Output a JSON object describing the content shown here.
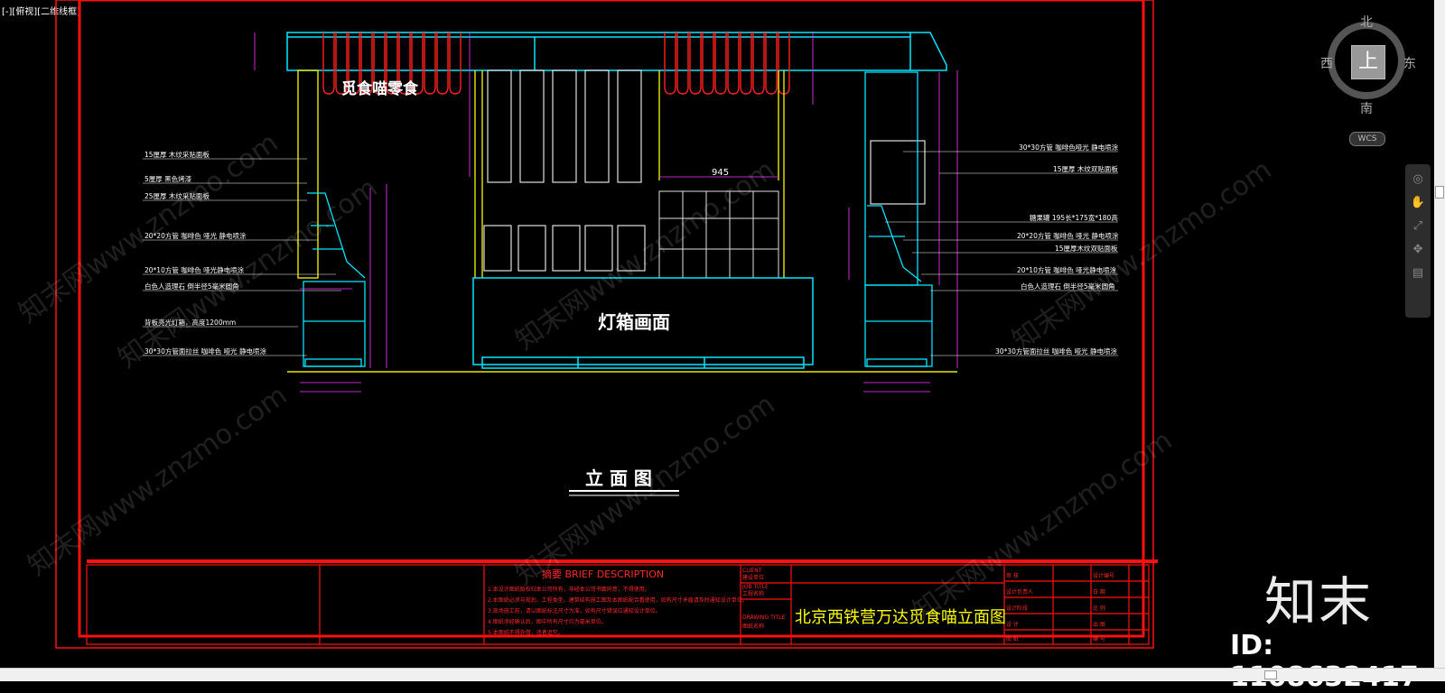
{
  "viewport_label": "[-][俯视][二维线框]",
  "compass": {
    "north": "北",
    "south": "南",
    "east": "东",
    "west": "西",
    "top_face": "上",
    "ucs": "WCS"
  },
  "drawing": {
    "sign_text": "觅食喵零食",
    "lightbox_text": "灯箱画面",
    "view_title": "立 面 图",
    "top_dimension": "945",
    "left_annotations": [
      "15厘厚 木纹采贴面板",
      "5厘厚 黑色烤漆",
      "25厘厚 木纹采贴面板",
      "20*20方管 咖啡色 哑光 静电喷涂",
      "20*10方管 咖啡色 哑光静电喷涂",
      "白色人造理石 倒半径5毫米圆角",
      "背板亮光灯箱，高度1200mm",
      "30*30方管面拉丝 咖啡色 哑光 静电喷涂"
    ],
    "right_annotations": [
      "30*30方管 咖啡色哑光 静电喷涂",
      "15厘厚 木纹双贴面板",
      "糖果罐 195长*175宽*180高",
      "20*20方管 咖啡色 哑光 静电喷涂",
      "15厘厚木纹双贴面板",
      "20*10方管 咖啡色 哑光静电喷涂",
      "白色人造理石 倒半径5毫米圆角",
      "30*30方管面拉丝 咖啡色 哑光 静电喷涂"
    ]
  },
  "titleblock": {
    "brief_heading": "摘要 BRIEF DESCRIPTION",
    "notes": [
      "1.本设计图纸版权归本公司所有，非经本公司书面同意，不得使用。",
      "2.本图纸必须与规划、工程类型、建筑结构施工图及本图纸配合看使用，如有尺寸矛盾请及时通知设计单位。",
      "3.现场施工前，请以图纸标注尺寸为准，如有尺寸错误应通知设计单位。",
      "4.图纸须经确认后，图中所有尺寸均为毫米单位。",
      "5.本图纸不得外借，违者追究。"
    ],
    "client_en": "CLIENT",
    "client_cn": "建设单位",
    "job_en": "JOB TITLE",
    "job_cn": "工程名称",
    "drawing_title_en": "DRAWING TITLE",
    "drawing_title_cn": "图纸名称",
    "drawing_title": "北京西铁营万达觅食喵立面图",
    "right_rows": [
      "审 核",
      "设计负责人",
      "设计阶段",
      "设 计",
      "图 纸"
    ],
    "far_rows": [
      "设计编号",
      "日 期",
      "比 例",
      "出 图",
      "编 号"
    ]
  },
  "brand": {
    "name": "知末",
    "id": "ID: 1108632417"
  },
  "watermark": "知末网www.znzmo.com"
}
